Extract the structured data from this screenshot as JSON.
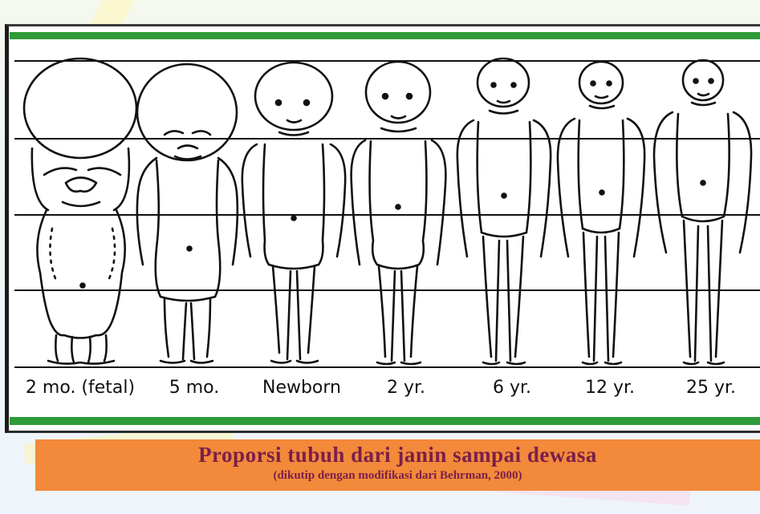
{
  "stages": [
    {
      "label": "2 mo. (fetal)"
    },
    {
      "label": "5 mo."
    },
    {
      "label": "Newborn"
    },
    {
      "label": "2 yr."
    },
    {
      "label": "6 yr."
    },
    {
      "label": "12 yr."
    },
    {
      "label": "25 yr."
    }
  ],
  "caption": {
    "title": "Proporsi tubuh dari janin sampai dewasa",
    "subtitle": "(dikutip dengan modifikasi dari Behrman, 2000)"
  },
  "colors": {
    "accent_green": "#2f9b3a",
    "caption_bg": "#f3893a",
    "caption_text": "#7a1f4a",
    "line": "#111111"
  }
}
